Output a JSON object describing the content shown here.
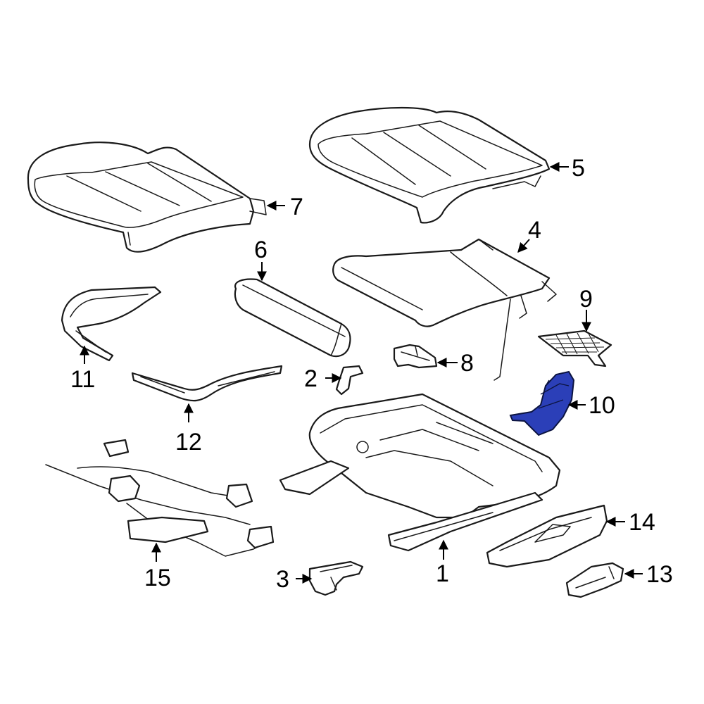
{
  "diagram": {
    "highlight_color": "#2b3fb8",
    "line_color": "#1a1a1a",
    "callouts": [
      {
        "id": "1",
        "label": "1"
      },
      {
        "id": "2",
        "label": "2"
      },
      {
        "id": "3",
        "label": "3"
      },
      {
        "id": "4",
        "label": "4"
      },
      {
        "id": "5",
        "label": "5"
      },
      {
        "id": "6",
        "label": "6"
      },
      {
        "id": "7",
        "label": "7"
      },
      {
        "id": "8",
        "label": "8"
      },
      {
        "id": "9",
        "label": "9"
      },
      {
        "id": "10",
        "label": "10",
        "highlighted": true
      },
      {
        "id": "11",
        "label": "11"
      },
      {
        "id": "12",
        "label": "12"
      },
      {
        "id": "13",
        "label": "13"
      },
      {
        "id": "14",
        "label": "14"
      },
      {
        "id": "15",
        "label": "15"
      }
    ]
  }
}
